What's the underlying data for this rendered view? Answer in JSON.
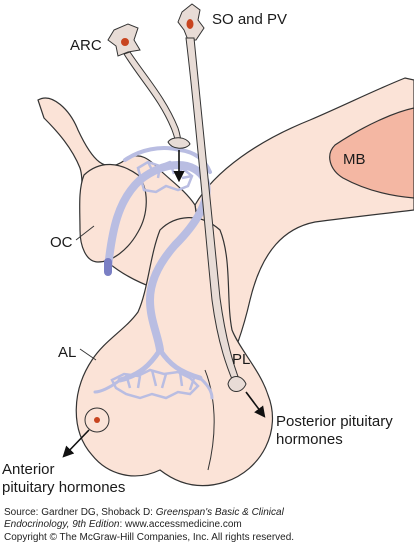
{
  "labels": {
    "arc": "ARC",
    "so_pv": "SO and PV",
    "mb": "MB",
    "oc": "OC",
    "al": "AL",
    "pl": "PL",
    "posterior_line1": "Posterior pituitary",
    "posterior_line2": "hormones",
    "anterior_line1": "Anterior",
    "anterior_line2": "pituitary hormones"
  },
  "caption": {
    "source_prefix": "Source: Gardner DG, Shoback D: ",
    "book_title": "Greenspan's Basic & Clinical",
    "book_title_2": "Endocrinology, 9th Edition",
    "source_suffix": ": www.accessmedicine.com",
    "copyright": "Copyright © The McGraw-Hill Companies, Inc. All rights reserved."
  },
  "colors": {
    "tissue_fill": "#fbe3d7",
    "outline": "#333333",
    "mb_fill": "#f4b7a3",
    "vessel": "#b9bde2",
    "vessel_dark": "#7a7fc4",
    "neuron_fill": "#e8dcd6",
    "nucleus": "#c8441f",
    "dot": "#d87a6a"
  }
}
